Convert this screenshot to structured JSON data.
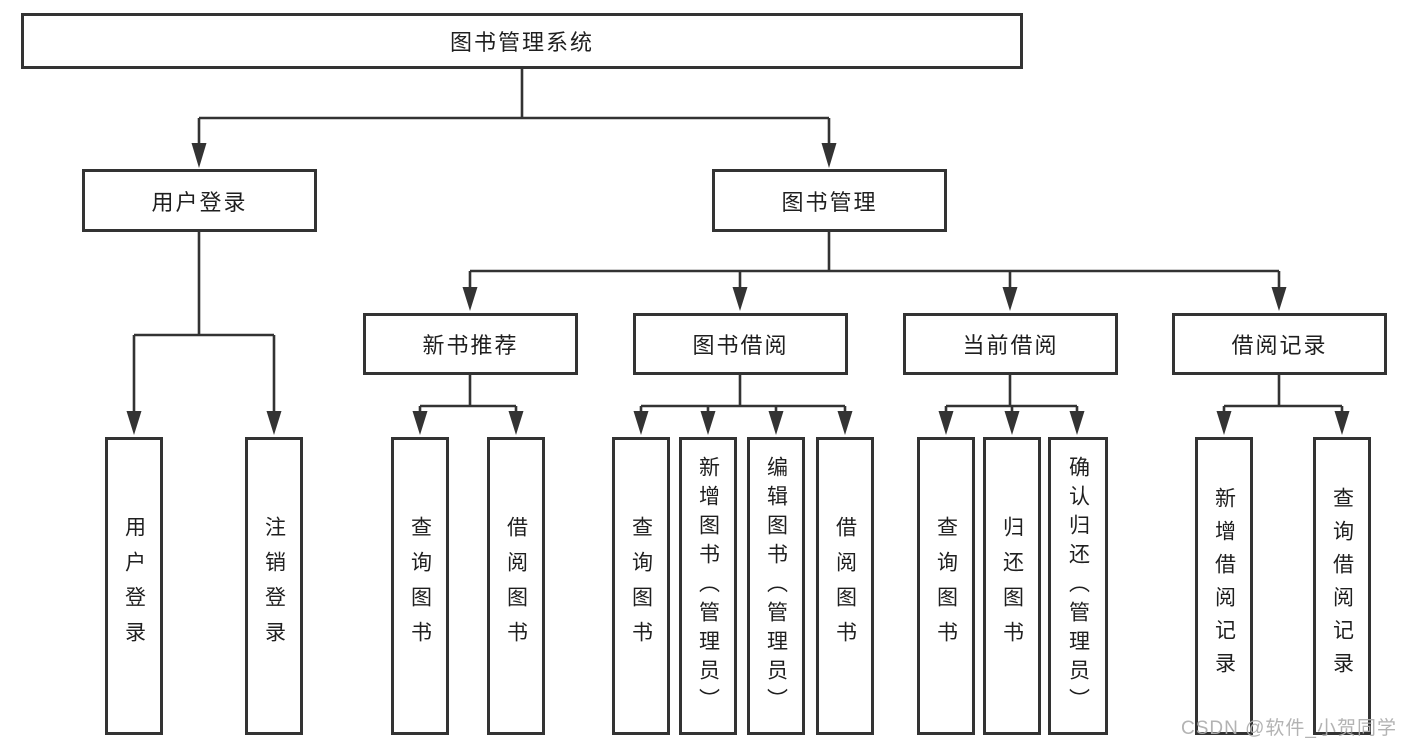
{
  "diagram": {
    "title": "图书管理系统",
    "nodes": {
      "root": {
        "label": "图书管理系统"
      },
      "user_login": {
        "label": "用户登录"
      },
      "book_mgmt": {
        "label": "图书管理"
      },
      "new_book_rec": {
        "label": "新书推荐"
      },
      "book_borrow": {
        "label": "图书借阅"
      },
      "current_borrow": {
        "label": "当前借阅"
      },
      "borrow_record": {
        "label": "借阅记录"
      },
      "ul_user_login": {
        "label": "用户登录"
      },
      "ul_logout": {
        "label": "注销登录"
      },
      "nb_query_book": {
        "label": "查询图书"
      },
      "nb_borrow_book": {
        "label": "借阅图书"
      },
      "bb_query_book": {
        "label": "查询图书"
      },
      "bb_add_book": {
        "label": "新增图书（管理员）"
      },
      "bb_edit_book": {
        "label": "编辑图书（管理员）"
      },
      "bb_borrow_book": {
        "label": "借阅图书"
      },
      "cb_query_book": {
        "label": "查询图书"
      },
      "cb_return_book": {
        "label": "归还图书"
      },
      "cb_confirm_return": {
        "label": "确认归还（管理员）"
      },
      "br_add_record": {
        "label": "新增借阅记录"
      },
      "br_query_record": {
        "label": "查询借阅记录"
      }
    },
    "edges": [
      {
        "from": "图书管理系统",
        "to": "用户登录"
      },
      {
        "from": "图书管理系统",
        "to": "图书管理"
      },
      {
        "from": "用户登录",
        "to": "用户登录"
      },
      {
        "from": "用户登录",
        "to": "注销登录"
      },
      {
        "from": "图书管理",
        "to": "新书推荐"
      },
      {
        "from": "图书管理",
        "to": "图书借阅"
      },
      {
        "from": "图书管理",
        "to": "当前借阅"
      },
      {
        "from": "图书管理",
        "to": "借阅记录"
      },
      {
        "from": "新书推荐",
        "to": "查询图书"
      },
      {
        "from": "新书推荐",
        "to": "借阅图书"
      },
      {
        "from": "图书借阅",
        "to": "查询图书"
      },
      {
        "from": "图书借阅",
        "to": "新增图书（管理员）"
      },
      {
        "from": "图书借阅",
        "to": "编辑图书（管理员）"
      },
      {
        "from": "图书借阅",
        "to": "借阅图书"
      },
      {
        "from": "当前借阅",
        "to": "查询图书"
      },
      {
        "from": "当前借阅",
        "to": "归还图书"
      },
      {
        "from": "当前借阅",
        "to": "确认归还（管理员）"
      },
      {
        "from": "借阅记录",
        "to": "新增借阅记录"
      },
      {
        "from": "借阅记录",
        "to": "查询借阅记录"
      }
    ],
    "colors": {
      "line": "#333333",
      "text": "#1f1f1f",
      "watermark": "#afafaf",
      "background": "#ffffff"
    },
    "watermark": "CSDN @软件_小贺同学"
  }
}
